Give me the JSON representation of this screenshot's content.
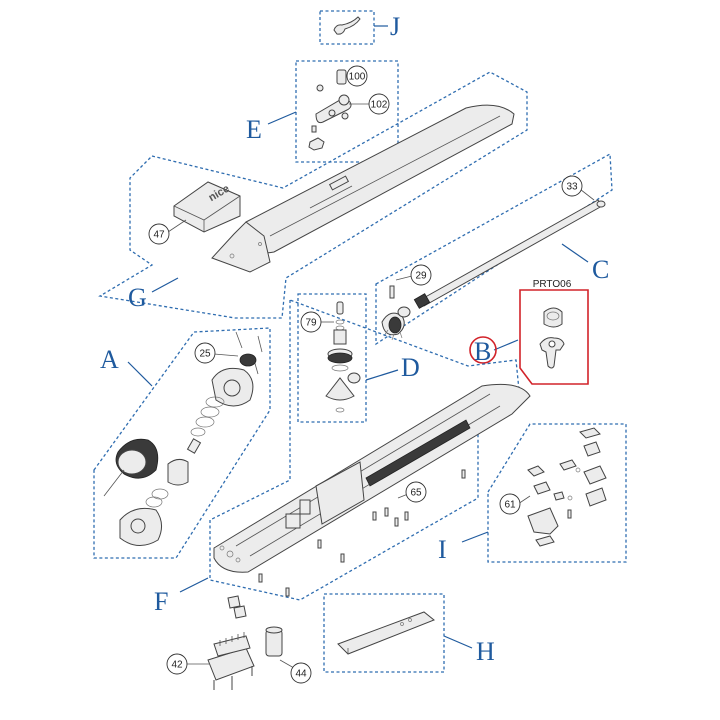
{
  "colors": {
    "group_blue": "#1f5a9e",
    "dash_blue": "#2f6db0",
    "highlight_red": "#d2232a"
  },
  "groups": {
    "J": "J",
    "E": "E",
    "G": "G",
    "C": "C",
    "A": "A",
    "D": "D",
    "B": "B",
    "F": "F",
    "I": "I",
    "H": "H"
  },
  "callouts": {
    "c100": "100",
    "c102": "102",
    "c47": "47",
    "c33": "33",
    "c29": "29",
    "c79": "79",
    "c25": "25",
    "c65": "65",
    "c61": "61",
    "c42": "42",
    "c44": "44"
  },
  "kit_label": "PRTO06",
  "brand_logo_text": "nice"
}
